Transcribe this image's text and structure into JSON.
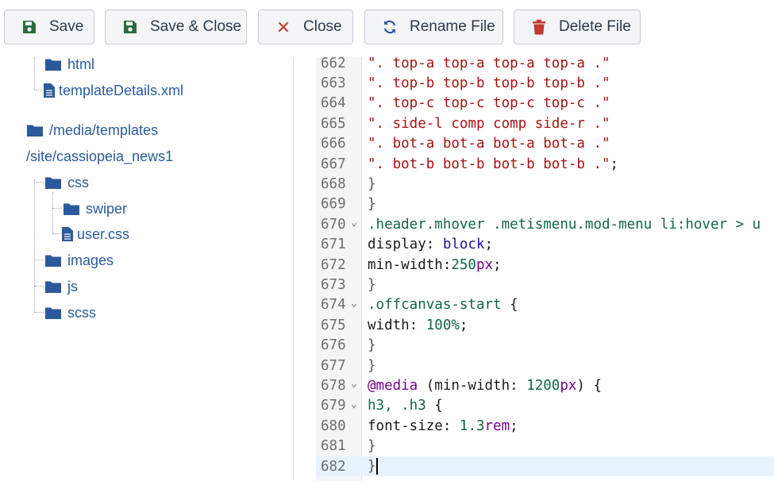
{
  "toolbar": {
    "save": "Save",
    "save_close": "Save & Close",
    "close": "Close",
    "rename": "Rename File",
    "delete": "Delete File"
  },
  "colors": {
    "save_icon": "#2e6b3f",
    "close_icon": "#c0392b",
    "rename_icon": "#2a5a9b",
    "delete_icon": "#c0392b",
    "folder": "#2a5a9b"
  },
  "tree": {
    "html": "html",
    "template_details": "templateDetails.xml",
    "media_root_a": "/media/templates",
    "media_root_b": "/site/cassiopeia_news1",
    "css": "css",
    "swiper": "swiper",
    "user_css": "user.css",
    "images": "images",
    "js": "js",
    "scss": "scss"
  },
  "editor": {
    "lines": [
      {
        "n": "662",
        "fold": "",
        "tokens": [
          [
            "str",
            "\". top-a top-a top-a top-a .\""
          ]
        ]
      },
      {
        "n": "663",
        "fold": "",
        "tokens": [
          [
            "str",
            "\". top-b top-b top-b top-b .\""
          ]
        ]
      },
      {
        "n": "664",
        "fold": "",
        "tokens": [
          [
            "str",
            "\". top-c top-c top-c top-c .\""
          ]
        ]
      },
      {
        "n": "665",
        "fold": "",
        "tokens": [
          [
            "str",
            "\". side-l comp comp side-r .\""
          ]
        ]
      },
      {
        "n": "666",
        "fold": "",
        "tokens": [
          [
            "str",
            "\". bot-a bot-a bot-a bot-a .\""
          ]
        ]
      },
      {
        "n": "667",
        "fold": "",
        "tokens": [
          [
            "str",
            "\". bot-b bot-b bot-b bot-b .\""
          ],
          [
            "def",
            ";"
          ]
        ]
      },
      {
        "n": "668",
        "fold": "",
        "tokens": [
          [
            "br",
            "}"
          ]
        ]
      },
      {
        "n": "669",
        "fold": "",
        "tokens": [
          [
            "br",
            "}"
          ]
        ]
      },
      {
        "n": "670",
        "fold": "⌄",
        "tokens": [
          [
            "sel",
            ".header.mhover .metismenu.mod-menu li:hover > u"
          ]
        ]
      },
      {
        "n": "671",
        "fold": "",
        "tokens": [
          [
            "prop",
            "display: "
          ],
          [
            "kw",
            "block"
          ],
          [
            "def",
            ";"
          ]
        ]
      },
      {
        "n": "672",
        "fold": "",
        "tokens": [
          [
            "prop",
            "min-width:"
          ],
          [
            "num",
            "250"
          ],
          [
            "unit",
            "px"
          ],
          [
            "def",
            ";"
          ]
        ]
      },
      {
        "n": "673",
        "fold": "",
        "tokens": [
          [
            "br",
            "}"
          ]
        ]
      },
      {
        "n": "674",
        "fold": "⌄",
        "tokens": [
          [
            "sel",
            ".offcanvas-start"
          ],
          [
            "def",
            " {"
          ]
        ]
      },
      {
        "n": "675",
        "fold": "",
        "tokens": [
          [
            "prop",
            "width: "
          ],
          [
            "num",
            "100%"
          ],
          [
            "def",
            ";"
          ]
        ]
      },
      {
        "n": "676",
        "fold": "",
        "tokens": [
          [
            "br",
            "}"
          ]
        ]
      },
      {
        "n": "677",
        "fold": "",
        "tokens": [
          [
            "br",
            "}"
          ]
        ]
      },
      {
        "n": "678",
        "fold": "⌄",
        "tokens": [
          [
            "at",
            "@media"
          ],
          [
            "def",
            " (min-width: "
          ],
          [
            "num",
            "1200"
          ],
          [
            "unit",
            "px"
          ],
          [
            "def",
            ") {"
          ]
        ]
      },
      {
        "n": "679",
        "fold": "⌄",
        "tokens": [
          [
            "sel",
            "h3, .h3"
          ],
          [
            "def",
            " {"
          ]
        ]
      },
      {
        "n": "680",
        "fold": "",
        "tokens": [
          [
            "prop",
            "font-size: "
          ],
          [
            "num",
            "1.3"
          ],
          [
            "unit",
            "rem"
          ],
          [
            "def",
            ";"
          ]
        ]
      },
      {
        "n": "681",
        "fold": "",
        "tokens": [
          [
            "br",
            "}"
          ]
        ]
      },
      {
        "n": "682",
        "fold": "",
        "tokens": [
          [
            "br",
            "}"
          ]
        ],
        "active": true
      }
    ]
  }
}
